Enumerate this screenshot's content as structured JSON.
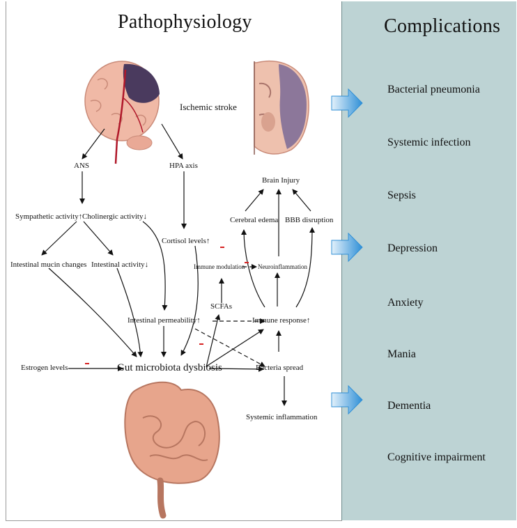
{
  "pathophysiology": {
    "title": "Pathophysiology",
    "nodes": {
      "ischemic_stroke": "Ischemic stroke",
      "ans": "ANS",
      "hpa_axis": "HPA axis",
      "sympathetic": "Sympathetic activity↑",
      "cholinergic": "Cholinergic activity↓",
      "cortisol": "Cortisol levels↑",
      "mucin": "Intestinal mucin changes",
      "intestinal_activity": "Intestinal activity↓",
      "permeability": "Intestinal permeability↑",
      "estrogen": "Estrogen levels",
      "gut_dysbiosis": "Gut microbiota dysbiosis",
      "scfas": "SCFAs",
      "immune_modulation": "Immune modulation",
      "neuroinflammation": "Neuroinflammation",
      "cerebral_edema": "Cerebral edema",
      "bbb": "BBB disruption",
      "brain_injury": "Brain Injury",
      "immune_response": "Immune response↑",
      "bacteria_spread": "Bacteria spread",
      "systemic_inflammation": "Systemic inflammation"
    }
  },
  "complications": {
    "title": "Complications",
    "items": [
      "Bacterial pneumonia",
      "Systemic infection",
      "Sepsis",
      "Depression",
      "Anxiety",
      "Mania",
      "Dementia",
      "Cognitive impairment"
    ]
  },
  "colors": {
    "right_panel_bg": "#bdd3d4",
    "arrow_blue": "#2f8fd6",
    "inhibit_red": "#d62020",
    "brain_pink": "#f0b9a6",
    "infarct_purple": "#4a3a5e",
    "intestine": "#e7a58c"
  }
}
